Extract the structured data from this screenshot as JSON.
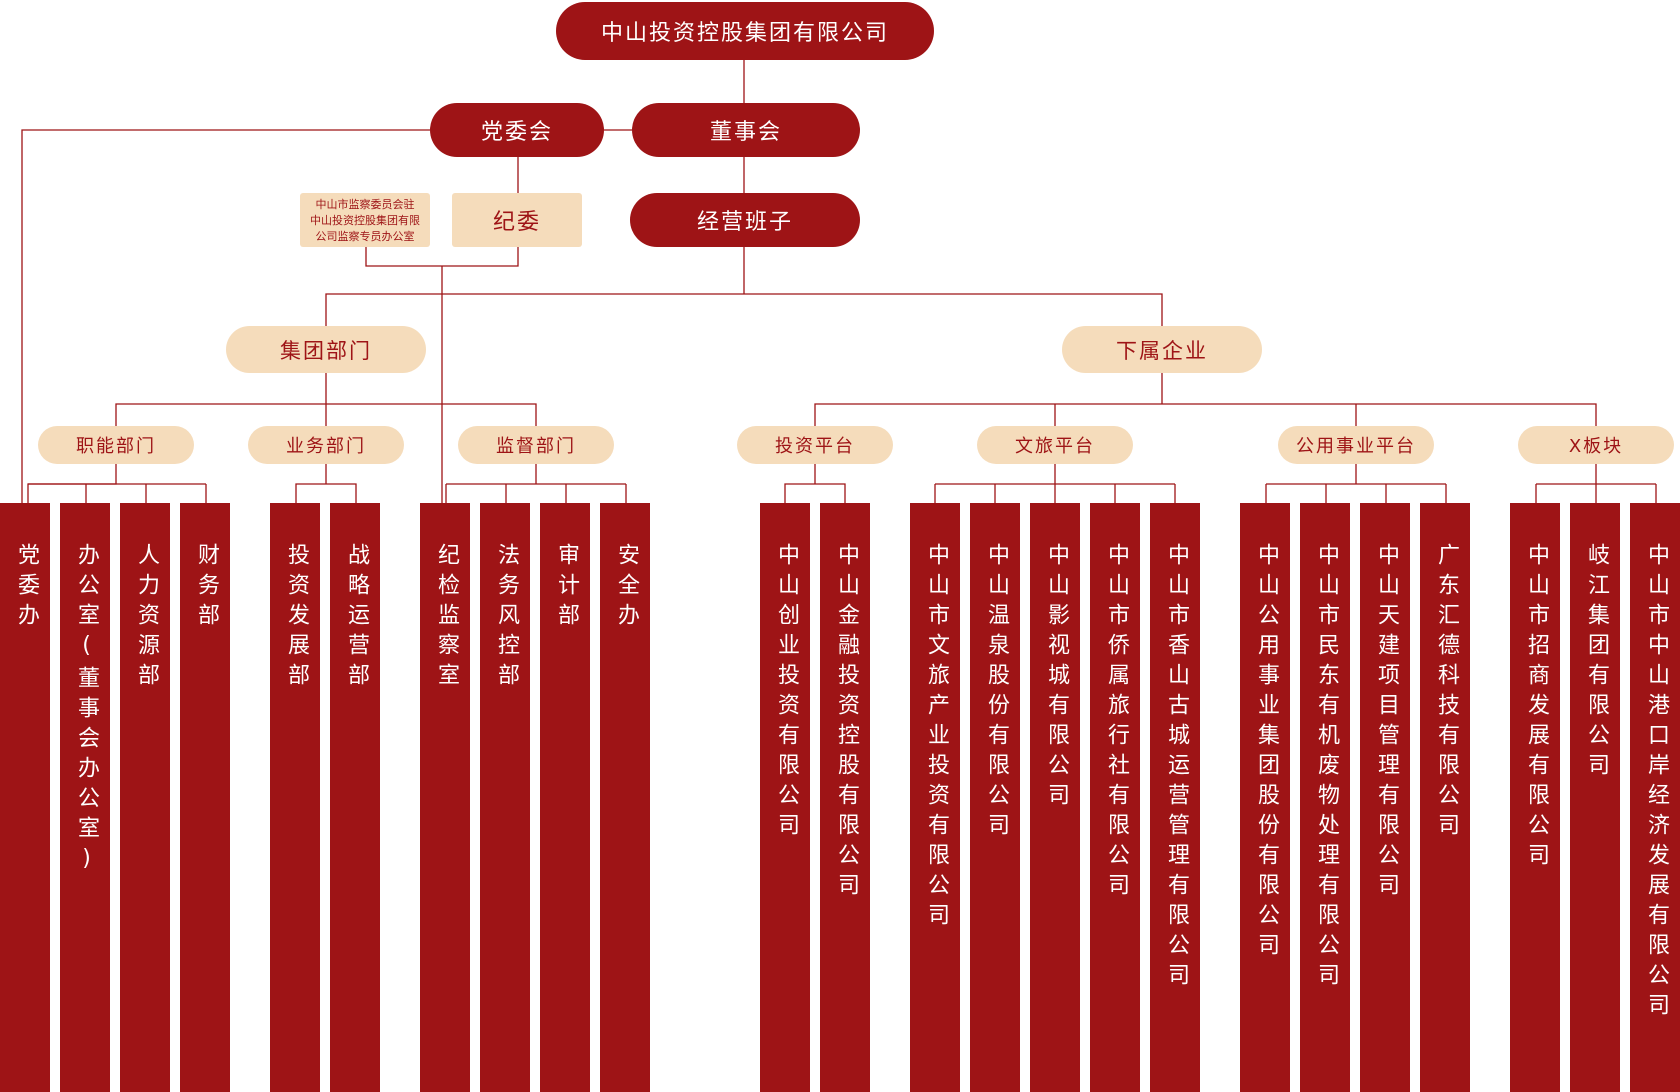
{
  "colors": {
    "primary": "#9e1416",
    "secondary": "#f5dcbb",
    "line": "#9e1416"
  },
  "root": "中山投资控股集团有限公司",
  "party": "党委会",
  "board": "董事会",
  "discipline": "纪委",
  "supervision_note": [
    "中山市监察委员会驻",
    "中山投资控股集团有限",
    "公司监察专员办公室"
  ],
  "management": "经营班子",
  "group_departments": {
    "label": "集团部门",
    "functional": {
      "label": "职能部门",
      "items": [
        "党委办",
        "办公室(董事会办公室)",
        "人力资源部",
        "财务部"
      ]
    },
    "business": {
      "label": "业务部门",
      "items": [
        "投资发展部",
        "战略运营部"
      ]
    },
    "supervisory": {
      "label": "监督部门",
      "items": [
        "纪检监察室",
        "法务风控部",
        "审计部",
        "安全办"
      ]
    }
  },
  "subsidiaries": {
    "label": "下属企业",
    "investment": {
      "label": "投资平台",
      "items": [
        "中山创业投资有限公司",
        "中山金融投资控股有限公司"
      ]
    },
    "culture_tourism": {
      "label": "文旅平台",
      "items": [
        "中山市文旅产业投资有限公司",
        "中山温泉股份有限公司",
        "中山影视城有限公司",
        "中山市侨属旅行社有限公司",
        "中山市香山古城运营管理有限公司"
      ]
    },
    "public_utilities": {
      "label": "公用事业平台",
      "items": [
        "中山公用事业集团股份有限公司",
        "中山市民东有机废物处理有限公司",
        "中山天建项目管理有限公司",
        "广东汇德科技有限公司"
      ]
    },
    "x_sector": {
      "label": "X板块",
      "items": [
        "中山市招商发展有限公司",
        "岐江集团有限公司",
        "中山市中山港口岸经济发展有限公司"
      ]
    }
  }
}
